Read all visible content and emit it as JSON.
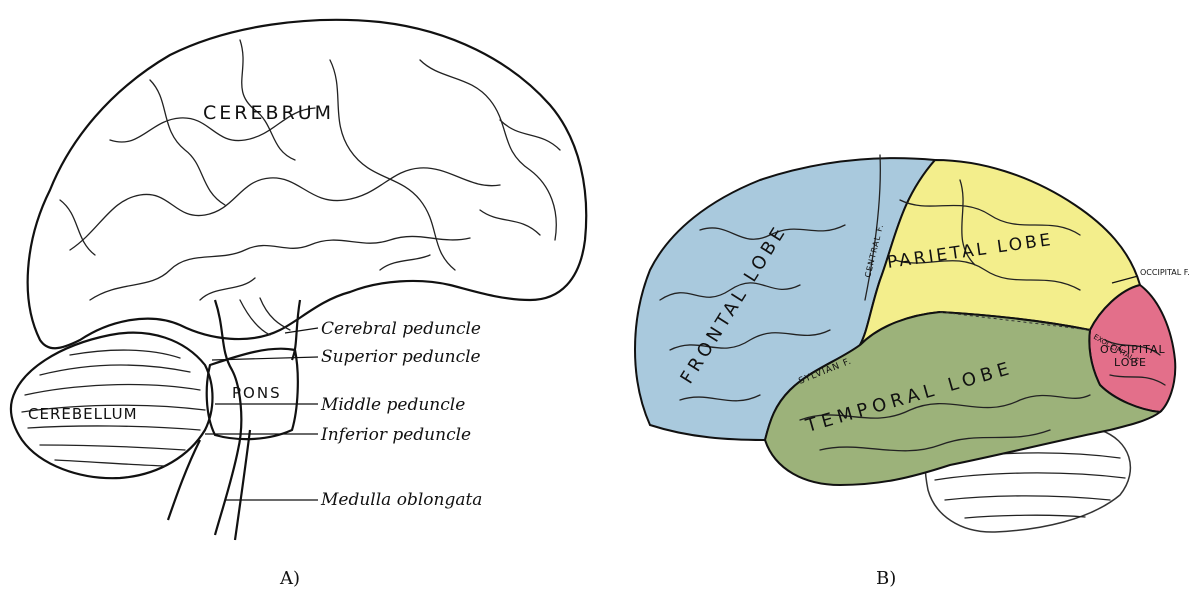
{
  "panel_a": {
    "caption": "A)",
    "labels": {
      "cerebrum": "CEREBRUM",
      "cerebellum": "CEREBELLUM",
      "pons": "PONS",
      "cerebral_peduncle": "Cerebral peduncle",
      "superior_peduncle": "Superior peduncle",
      "middle_peduncle": "Middle peduncle",
      "inferior_peduncle": "Inferior peduncle",
      "medulla_oblongata": "Medulla oblongata"
    }
  },
  "panel_b": {
    "caption": "B)",
    "colors": {
      "frontal": "#a9c9dd",
      "parietal": "#f3ee8c",
      "temporal": "#9cb27a",
      "occipital": "#e36f8a"
    },
    "labels": {
      "frontal_lobe": "FRONTAL LOBE",
      "parietal_lobe": "PARIETAL LOBE",
      "temporal_lobe": "TEMPORAL LOBE",
      "occipital_lobe_1": "OCCIPITAL",
      "occipital_lobe_2": "LOBE",
      "central_f": "CENTRAL F.",
      "sylvian_f": "SYLVIAN F.",
      "occipital_f": "OCCIPITAL F.",
      "exoccipital_f": "EXOCCIPITAL F."
    }
  }
}
